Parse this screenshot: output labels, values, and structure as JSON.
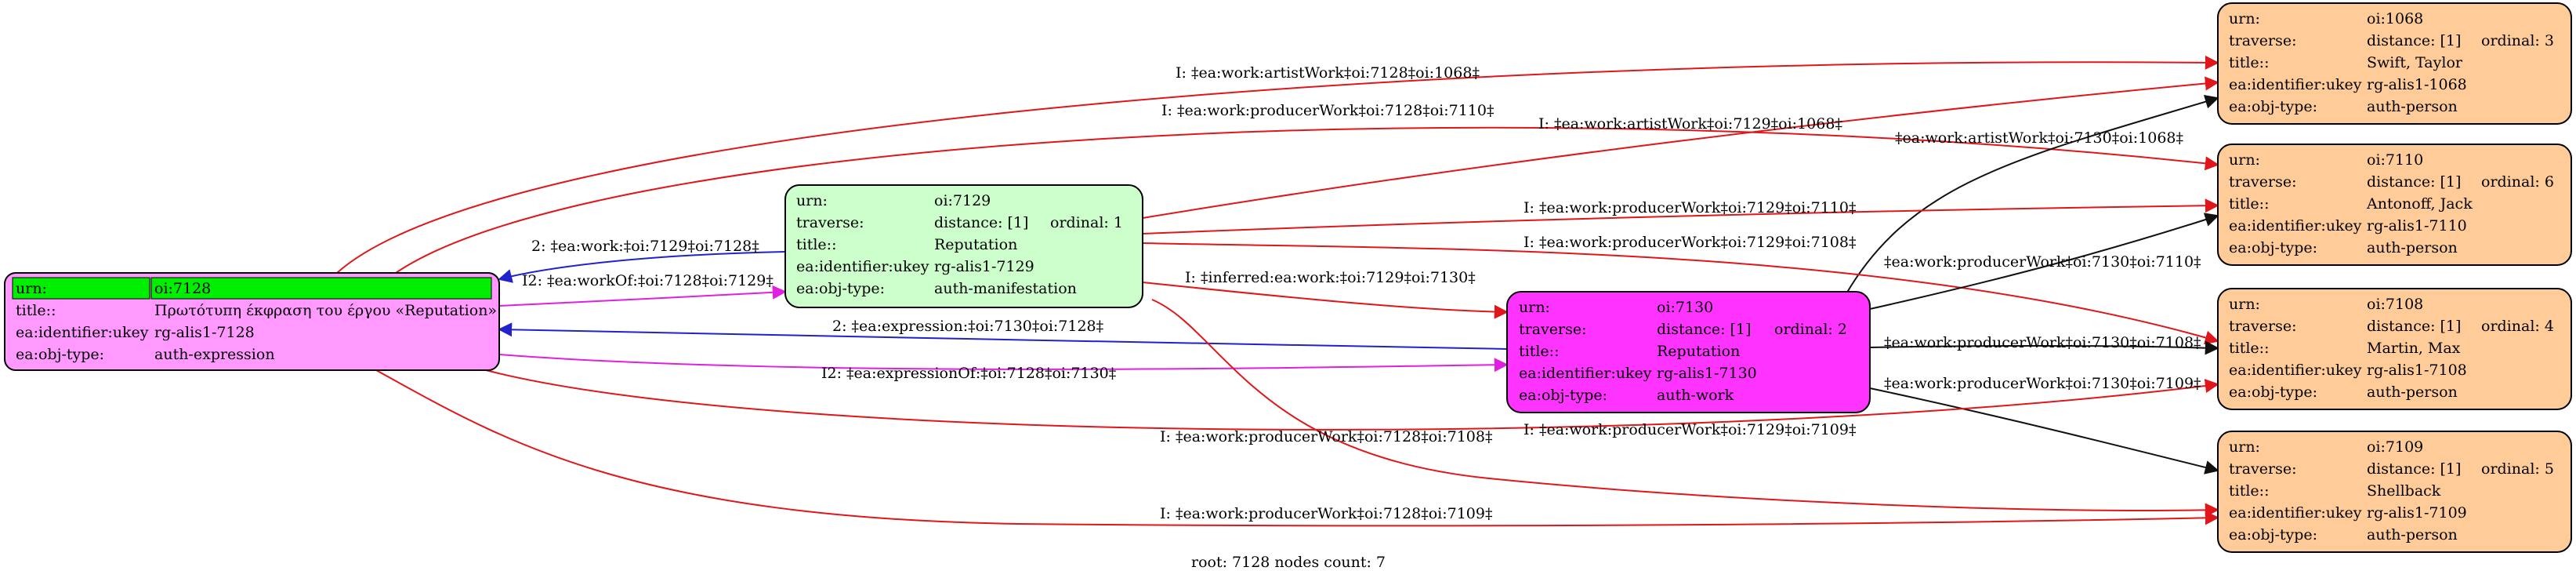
{
  "colors": {
    "expression_node": "#ff99ff",
    "manifestation_node": "#ccffcc",
    "work_node": "#ff33ff",
    "person_node": "#ffcc99",
    "highlight": "#00ee00",
    "red_edge": "#e0161b",
    "blue_edge": "#2222cc",
    "magenta_edge": "#e020e0",
    "black_edge": "#111111"
  },
  "nodes": {
    "n7128": {
      "rows": [
        [
          "urn:",
          "oi:7128"
        ],
        [
          "title::",
          "Πρωτότυπη έκφραση του έργου «Reputation»"
        ],
        [
          "ea:identifier:ukey",
          "rg-alis1-7128"
        ],
        [
          "ea:obj-type:",
          "auth-expression"
        ]
      ]
    },
    "n7129": {
      "rows": [
        [
          "urn:",
          "oi:7129",
          ""
        ],
        [
          "traverse:",
          "distance: [1]",
          "ordinal: 1"
        ],
        [
          "title::",
          "Reputation",
          ""
        ],
        [
          "ea:identifier:ukey",
          "rg-alis1-7129",
          ""
        ],
        [
          "ea:obj-type:",
          "auth-manifestation",
          ""
        ]
      ]
    },
    "n7130": {
      "rows": [
        [
          "urn:",
          "oi:7130",
          ""
        ],
        [
          "traverse:",
          "distance: [1]",
          "ordinal: 2"
        ],
        [
          "title::",
          "Reputation",
          ""
        ],
        [
          "ea:identifier:ukey",
          "rg-alis1-7130",
          ""
        ],
        [
          "ea:obj-type:",
          "auth-work",
          ""
        ]
      ]
    },
    "n1068": {
      "rows": [
        [
          "urn:",
          "oi:1068",
          ""
        ],
        [
          "traverse:",
          "distance: [1]",
          "ordinal: 3"
        ],
        [
          "title::",
          "Swift, Taylor",
          ""
        ],
        [
          "ea:identifier:ukey",
          "rg-alis1-1068",
          ""
        ],
        [
          "ea:obj-type:",
          "auth-person",
          ""
        ]
      ]
    },
    "n7110": {
      "rows": [
        [
          "urn:",
          "oi:7110",
          ""
        ],
        [
          "traverse:",
          "distance: [1]",
          "ordinal: 6"
        ],
        [
          "title::",
          "Antonoff, Jack",
          ""
        ],
        [
          "ea:identifier:ukey",
          "rg-alis1-7110",
          ""
        ],
        [
          "ea:obj-type:",
          "auth-person",
          ""
        ]
      ]
    },
    "n7108": {
      "rows": [
        [
          "urn:",
          "oi:7108",
          ""
        ],
        [
          "traverse:",
          "distance: [1]",
          "ordinal: 4"
        ],
        [
          "title::",
          "Martin, Max",
          ""
        ],
        [
          "ea:identifier:ukey",
          "rg-alis1-7108",
          ""
        ],
        [
          "ea:obj-type:",
          "auth-person",
          ""
        ]
      ]
    },
    "n7109": {
      "rows": [
        [
          "urn:",
          "oi:7109",
          ""
        ],
        [
          "traverse:",
          "distance: [1]",
          "ordinal: 5"
        ],
        [
          "title::",
          "Shellback",
          ""
        ],
        [
          "ea:identifier:ukey",
          "rg-alis1-7109",
          ""
        ],
        [
          "ea:obj-type:",
          "auth-person",
          ""
        ]
      ]
    }
  },
  "edges": {
    "e1": "I: ‡ea:work:artistWork‡oi:7128‡oi:1068‡",
    "e2": "I: ‡ea:work:producerWork‡oi:7128‡oi:7110‡",
    "e3": "I: ‡ea:work:artistWork‡oi:7129‡oi:1068‡",
    "e4": "‡ea:work:artistWork‡oi:7130‡oi:1068‡",
    "e5": "2: ‡ea:work:‡oi:7129‡oi:7128‡",
    "e6": "I2: ‡ea:workOf:‡oi:7128‡oi:7129‡",
    "e7": "I: ‡ea:work:producerWork‡oi:7129‡oi:7110‡",
    "e8": "I: ‡ea:work:producerWork‡oi:7129‡oi:7108‡",
    "e9": "I: ‡inferred:ea:work:‡oi:7129‡oi:7130‡",
    "e10": "‡ea:work:producerWork‡oi:7130‡oi:7110‡",
    "e11": "2: ‡ea:expression:‡oi:7130‡oi:7128‡",
    "e12": "‡ea:work:producerWork‡oi:7130‡oi:7108‡",
    "e13": "I2: ‡ea:expressionOf:‡oi:7128‡oi:7130‡",
    "e14": "‡ea:work:producerWork‡oi:7130‡oi:7109‡",
    "e15": "I: ‡ea:work:producerWork‡oi:7128‡oi:7108‡",
    "e16": "I: ‡ea:work:producerWork‡oi:7129‡oi:7109‡",
    "e17": "I: ‡ea:work:producerWork‡oi:7128‡oi:7109‡"
  },
  "footer": "root: 7128 nodes count: 7"
}
